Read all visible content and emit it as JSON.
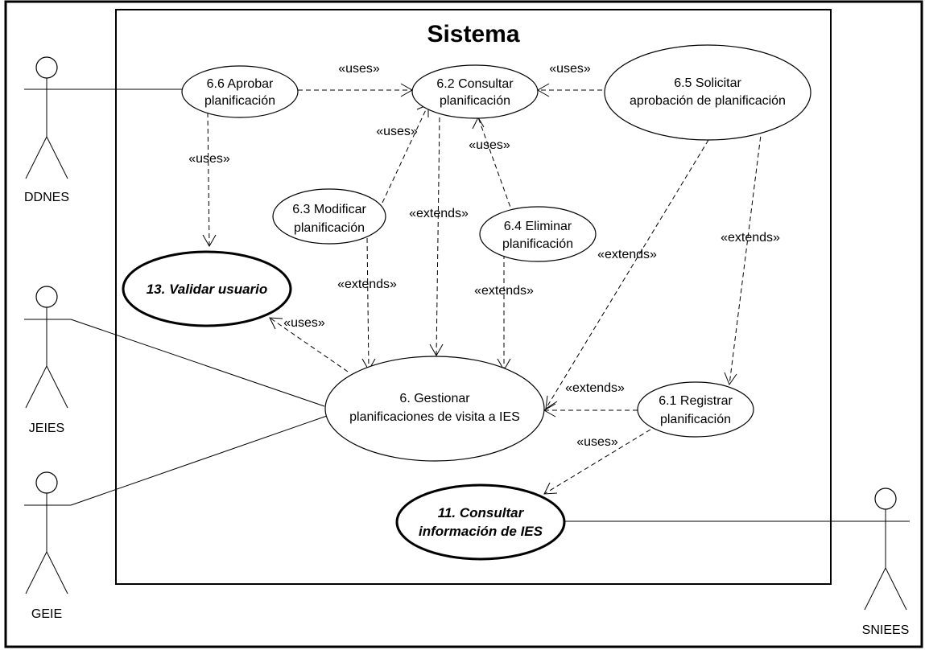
{
  "system": {
    "title": "Sistema"
  },
  "actors": {
    "ddnes": "DDNES",
    "jeies": "JEIES",
    "geie": "GEIE",
    "sniees": "SNIEES"
  },
  "use_cases": {
    "uc66": [
      "6.6 Aprobar",
      "planificación"
    ],
    "uc62": [
      "6.2 Consultar",
      "planificación"
    ],
    "uc65": [
      "6.5 Solicitar",
      "aprobación de planificación"
    ],
    "uc63": [
      "6.3 Modificar",
      "planificación"
    ],
    "uc64": [
      "6.4 Eliminar",
      "planificación"
    ],
    "uc13": [
      "13. Validar usuario"
    ],
    "uc6": [
      "6. Gestionar",
      "planificaciones de visita a IES"
    ],
    "uc61": [
      "6.1 Registrar",
      "planificación"
    ],
    "uc11": [
      "11. Consultar",
      "información de IES"
    ]
  },
  "relation_labels": {
    "uses": "«uses»",
    "extends": "«extends»"
  }
}
